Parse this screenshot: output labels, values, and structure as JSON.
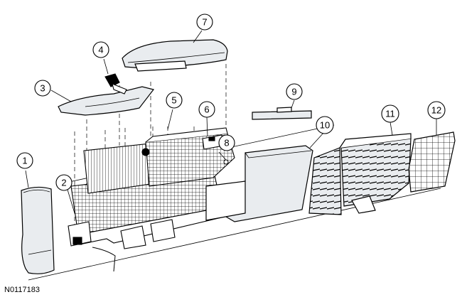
{
  "callouts": [
    "1",
    "2",
    "3",
    "4",
    "5",
    "6",
    "7",
    "8",
    "9",
    "10",
    "11",
    "12"
  ],
  "reference_id": "N0117183"
}
